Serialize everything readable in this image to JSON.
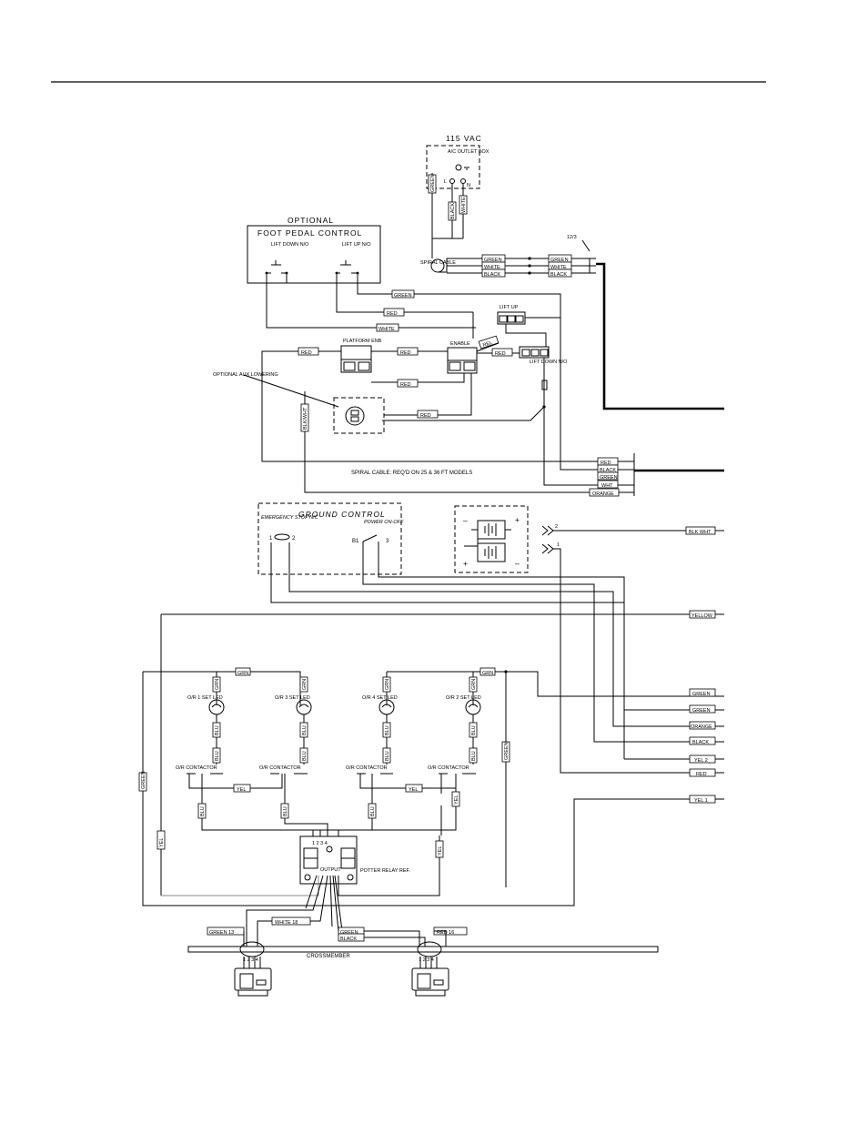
{
  "power": {
    "title": "115 VAC",
    "outlet": "A/C OUTLET BOX",
    "l": "L",
    "n": "N"
  },
  "optional": {
    "title": "OPTIONAL",
    "foot_pedal": "FOOT PEDAL CONTROL",
    "lift_down": "LIFT DOWN N/O",
    "lift_up": "LIFT UP N/O"
  },
  "spiral": {
    "cable": "SPIRAL CABLE",
    "gauge": "12/3",
    "note": "SPIRAL CABLE:  REQ'D ON 25 & 36 FT MODELS"
  },
  "switches": {
    "platform": "PLATFORM ENB",
    "enable": "ENABLE",
    "lift_up": "LIFT UP",
    "lift_down": "LIFT DOWN N/O",
    "aux": "OPTIONAL AUX LOWERING"
  },
  "ground": {
    "title": "GROUND CONTROL",
    "estop": "EMERGENCY STOP N/C",
    "power": "POWER ON-OFF",
    "t1": "1",
    "t2": "2",
    "b1": "B1",
    "t3": "3"
  },
  "battery": {
    "plus": "+",
    "minus": "–",
    "conn2": "2",
    "conn1": "1"
  },
  "relay": {
    "leds": [
      "O/R 1 SET LED",
      "O/R 3 SET LED",
      "O/R 4 SET LED",
      "O/R 2 SET LED"
    ],
    "contactor": "O/R CONTACTOR",
    "potter": "POTTER RELAY REF.",
    "output": "OUTPUT",
    "pins": "1 2 3 4"
  },
  "crossmember": "CROSSMEMBER",
  "wires": {
    "green": "GREEN",
    "white": "WHITE",
    "black": "BLACK",
    "red": "RED",
    "rel": "REL",
    "blkwht": "BLK/WHT",
    "blk_wht": "BLK WHT",
    "wht": "WHT",
    "orange": "ORANGE",
    "yellow": "YELLOW",
    "grn": "GRN",
    "blu": "BLU",
    "yel": "YEL",
    "yel2": "YEL 2",
    "yel1": "YEL 1",
    "green13": "GREEN 13",
    "white18": "WHITE 18",
    "red16": "RED 16"
  }
}
